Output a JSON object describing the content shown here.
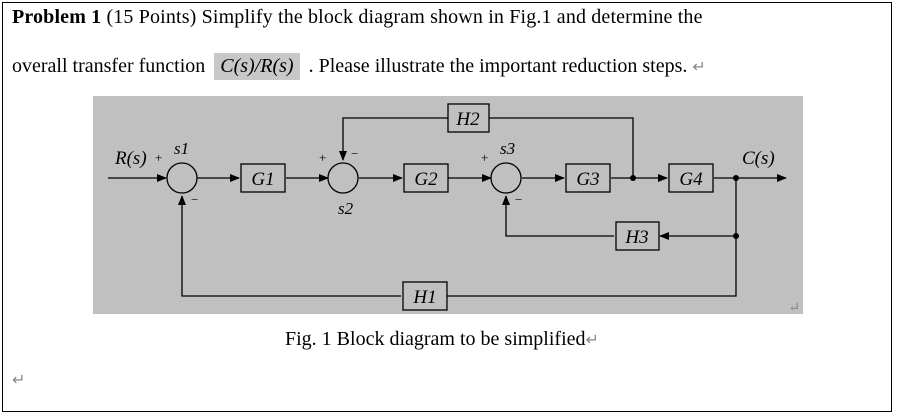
{
  "problem": {
    "title": "Problem",
    "number": "1",
    "points": "(15 Points)",
    "text_part1": "Simplify the block diagram shown in Fig.1 and determine the",
    "text_part2": "overall transfer function",
    "expression": "C(s)/R(s)",
    "text_part3": ". Please illustrate the important reduction steps.",
    "return_mark": "↵"
  },
  "diagram": {
    "input_label": "R(s)",
    "output_label": "C(s)",
    "blocks": {
      "G1": "G1",
      "G2": "G2",
      "G3": "G3",
      "G4": "G4",
      "H1": "H1",
      "H2": "H2",
      "H3": "H3"
    },
    "summers": {
      "s1": "s1",
      "s2": "s2",
      "s3": "s3"
    },
    "signs": {
      "s1_in": "+",
      "s1_fb": "−",
      "s2_in": "+",
      "s2_fb": "−",
      "s3_in": "+",
      "s3_fb": "−"
    },
    "background_color": "#c0c0c0"
  },
  "caption": "Fig. 1 Block diagram to be simplified",
  "return_mark": "↵"
}
